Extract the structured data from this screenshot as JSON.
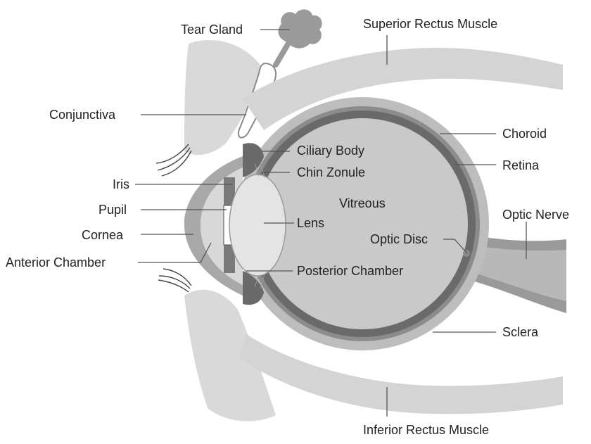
{
  "colors": {
    "background": "#ffffff",
    "muscle": "#d4d4d4",
    "sclera": "#bdbdbd",
    "choroid": "#8c8c8c",
    "retina": "#6a6a6a",
    "vitreous": "#c9c9c9",
    "lens": "#e4e4e4",
    "iris": "#7a7a7a",
    "text": "#222222",
    "leader": "#555555"
  },
  "labels": {
    "tear_gland": "Tear Gland",
    "superior_rectus": "Superior Rectus Muscle",
    "conjunctiva": "Conjunctiva",
    "choroid": "Choroid",
    "ciliary_body": "Ciliary Body",
    "retina": "Retina",
    "chin_zonule": "Chin Zonule",
    "iris": "Iris",
    "vitreous": "Vitreous",
    "pupil": "Pupil",
    "optic_nerve": "Optic Nerve",
    "lens": "Lens",
    "cornea": "Cornea",
    "optic_disc": "Optic Disc",
    "anterior_chamber": "Anterior Chamber",
    "posterior_chamber": "Posterior Chamber",
    "sclera": "Sclera",
    "inferior_rectus": "Inferior Rectus Muscle"
  }
}
